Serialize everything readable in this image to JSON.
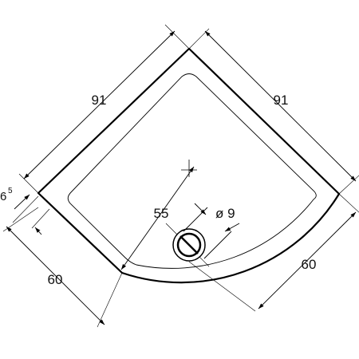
{
  "diagram": {
    "dimensions": {
      "top_left_side": "91",
      "top_right_side": "91",
      "rim_offset_main": "6",
      "rim_offset_sup": "5",
      "bottom_left_side": "60",
      "bottom_right_side": "60",
      "drain_distance": "55",
      "drain_diameter": "ø 9"
    }
  }
}
